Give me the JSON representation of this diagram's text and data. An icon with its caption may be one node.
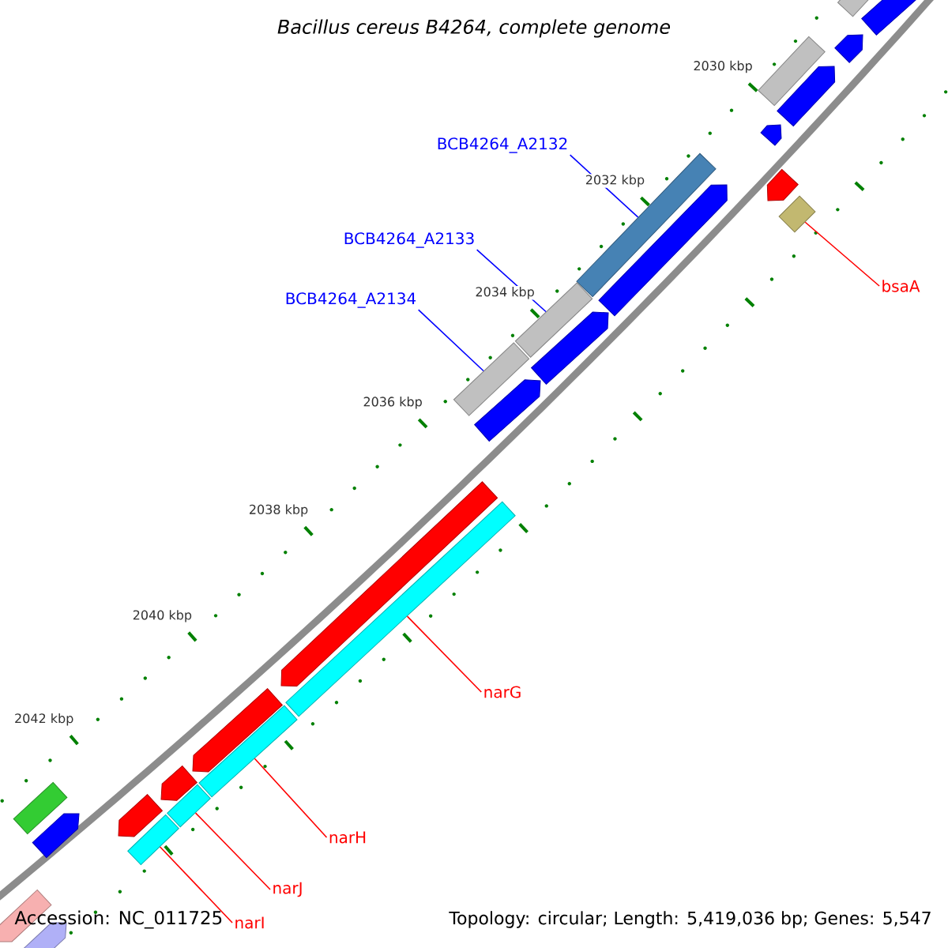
{
  "diagram": {
    "title": "Bacillus cereus B4264, complete genome",
    "nodes": [
      {
        "text": [],
        "shape": "bar"
      },
      {
        "text": [],
        "shape": "bar"
      },
      {
        "text": [],
        "shape": "pentagon"
      },
      {
        "text": [],
        "shape": "bar"
      },
      {
        "text": [],
        "shape": "pentagon"
      },
      {
        "text": [],
        "shape": "pentagon"
      },
      {
        "text": [
          "BCB4264_A2132"
        ]
      },
      {
        "text": [],
        "shape": "pentagon"
      },
      {
        "text": [],
        "shape": "bar"
      },
      {
        "text": [],
        "shape": "bar"
      },
      {
        "text": [
          "BCB4264_A2133"
        ]
      },
      {
        "text": [],
        "shape": "pentagon"
      },
      {
        "text": [
          "bsaA"
        ]
      },
      {
        "text": [
          "BCB4264_A2134"
        ]
      },
      {
        "text": [],
        "shape": "bar"
      },
      {
        "text": [],
        "shape": "pentagon"
      },
      {
        "text": [],
        "shape": "bar"
      },
      {
        "text": [],
        "shape": "pentagon"
      },
      {
        "text": [],
        "shape": "pentagon"
      },
      {
        "text": [],
        "shape": "bar"
      },
      {
        "text": [
          "narG"
        ]
      },
      {
        "text": [],
        "shape": "pentagon"
      },
      {
        "text": [],
        "shape": "bar"
      },
      {
        "text": [],
        "shape": "pentagon"
      },
      {
        "text": [],
        "shape": "bar"
      },
      {
        "text": [],
        "shape": "bar"
      },
      {
        "text": [],
        "shape": "pentagon"
      },
      {
        "text": [],
        "shape": "pentagon"
      },
      {
        "text": [],
        "shape": "bar"
      },
      {
        "text": [
          "narH"
        ]
      },
      {
        "text": [
          "narJ"
        ]
      },
      {
        "text": [],
        "shape": "pentagon"
      },
      {
        "text": [
          "narI"
        ]
      },
      {
        "text": [],
        "shape": "pentagon"
      }
    ],
    "edges": [
      {
        "from": 6,
        "to": 8,
        "arrow": "none",
        "color": "#0000ff"
      },
      {
        "from": 10,
        "to": 14,
        "arrow": "none",
        "color": "#0000ff"
      },
      {
        "from": 13,
        "to": 16,
        "arrow": "none",
        "color": "#0000ff"
      },
      {
        "from": 12,
        "to": 9,
        "arrow": "none"
      },
      {
        "from": 20,
        "to": 19,
        "arrow": "none"
      },
      {
        "from": 29,
        "to": 22,
        "arrow": "none"
      },
      {
        "from": 30,
        "to": 24,
        "arrow": "none"
      },
      {
        "from": 32,
        "to": 28,
        "arrow": "none"
      }
    ],
    "labels": [
      "2030 kbp",
      "2032 kbp",
      "2034 kbp",
      "2036 kbp",
      "2038 kbp",
      "2040 kbp",
      "2042 kbp",
      "Accession: NC_011725",
      "Topology: circular; Length: 5,419,036 bp; Genes: 5,547"
    ]
  }
}
